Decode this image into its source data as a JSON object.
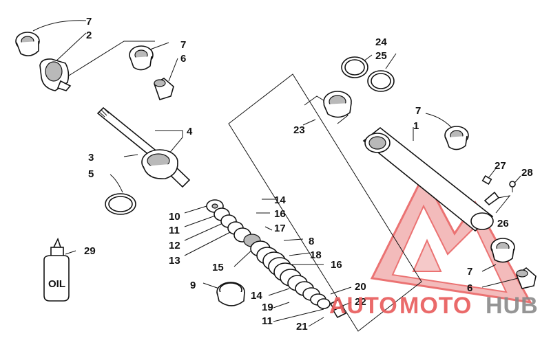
{
  "callouts": {
    "c1": "1",
    "c2": "2",
    "c3": "3",
    "c4": "4",
    "c5": "5",
    "c6a": "6",
    "c6b": "6",
    "c7a": "7",
    "c7b": "7",
    "c7c": "7",
    "c7d": "7",
    "c8": "8",
    "c9": "9",
    "c10": "10",
    "c11a": "11",
    "c11b": "11",
    "c12": "12",
    "c13": "13",
    "c14a": "14",
    "c14b": "14",
    "c15": "15",
    "c16a": "16",
    "c16b": "16",
    "c17": "17",
    "c18": "18",
    "c19": "19",
    "c20": "20",
    "c21": "21",
    "c22": "22",
    "c23": "23",
    "c24": "24",
    "c25": "25",
    "c26": "26",
    "c27": "27",
    "c28": "28",
    "c29": "29"
  },
  "oil_label": "OIL",
  "watermark": {
    "part1": "AUTO",
    "part2": "MOTO",
    "part3": "HUB"
  },
  "colors": {
    "watermark_red": "#e85a5a",
    "watermark_gray": "#8a8a8a",
    "line": "#111111"
  }
}
